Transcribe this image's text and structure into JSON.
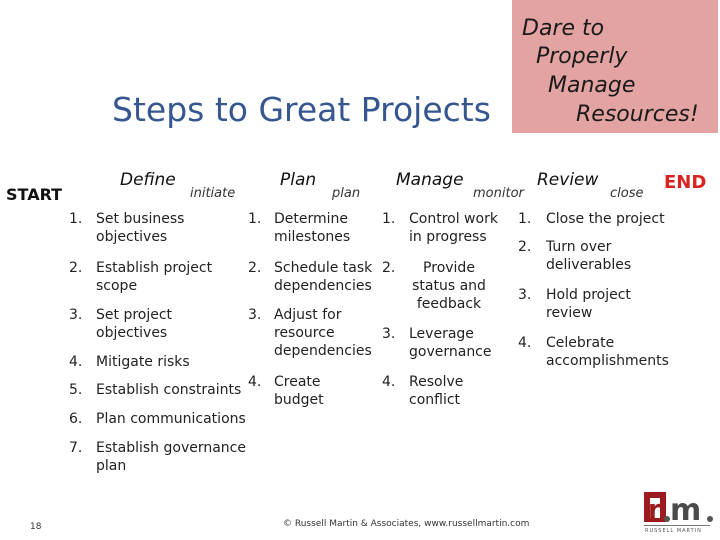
{
  "slide": {
    "title": "Steps to Great Projects",
    "start_label": "START",
    "end_label": "END",
    "page_number": "18",
    "footer": "© Russell Martin & Associates, www.russellmartin.com"
  },
  "callout": {
    "line1": "Dare to",
    "line2": "Properly",
    "line3": "Manage",
    "line4": "Resources!",
    "bg_color": "#e2a3a2"
  },
  "phases": [
    {
      "name": "Define",
      "link": "initiate"
    },
    {
      "name": "Plan",
      "link": "plan"
    },
    {
      "name": "Manage",
      "link": "monitor"
    },
    {
      "name": "Review",
      "link": "close"
    }
  ],
  "columns": {
    "define": [
      {
        "n": "1.",
        "text": "Set business objectives"
      },
      {
        "n": "2.",
        "text": "Establish project scope"
      },
      {
        "n": "3.",
        "text": "Set project objectives"
      },
      {
        "n": "4.",
        "text": "Mitigate risks"
      },
      {
        "n": "5.",
        "text": "Establish constraints"
      },
      {
        "n": "6.",
        "text": "Plan communications"
      },
      {
        "n": "7.",
        "text": "Establish governance plan"
      }
    ],
    "plan": [
      {
        "n": "1.",
        "text": "Determine milestones"
      },
      {
        "n": "2.",
        "text": "Schedule task dependencies"
      },
      {
        "n": "3.",
        "text": "Adjust for resource dependencies"
      },
      {
        "n": "4.",
        "text": "Create budget"
      }
    ],
    "manage": [
      {
        "n": "1.",
        "text": "Control work in progress"
      },
      {
        "n": "2.",
        "text": "Provide status and feedback"
      },
      {
        "n": "3.",
        "text": "Leverage governance"
      },
      {
        "n": "4.",
        "text": "Resolve conflict"
      }
    ],
    "review": [
      {
        "n": "1.",
        "text": "Close the project"
      },
      {
        "n": "2.",
        "text": "Turn over deliverables"
      },
      {
        "n": "3.",
        "text": "Hold project review"
      },
      {
        "n": "4.",
        "text": "Celebrate accomplishments"
      }
    ]
  },
  "logo": {
    "letters": "r.m.",
    "caption": "RUSSELL MARTIN"
  },
  "colors": {
    "title": "#35568f",
    "end": "#d8231e",
    "logo_red": "#9b1b1f"
  }
}
